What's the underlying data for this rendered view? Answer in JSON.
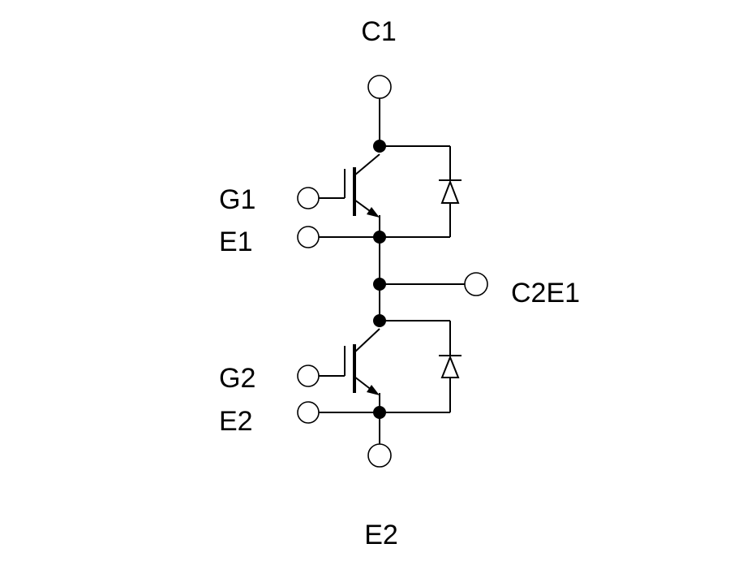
{
  "labels": {
    "c1_top": "C1",
    "g1": "G1",
    "e1": "E1",
    "c2e1": "C2E1",
    "g2": "G2",
    "e2_left": "E2",
    "e2_bottom": "E2"
  },
  "colors": {
    "line": "#000000",
    "background": "#ffffff"
  }
}
